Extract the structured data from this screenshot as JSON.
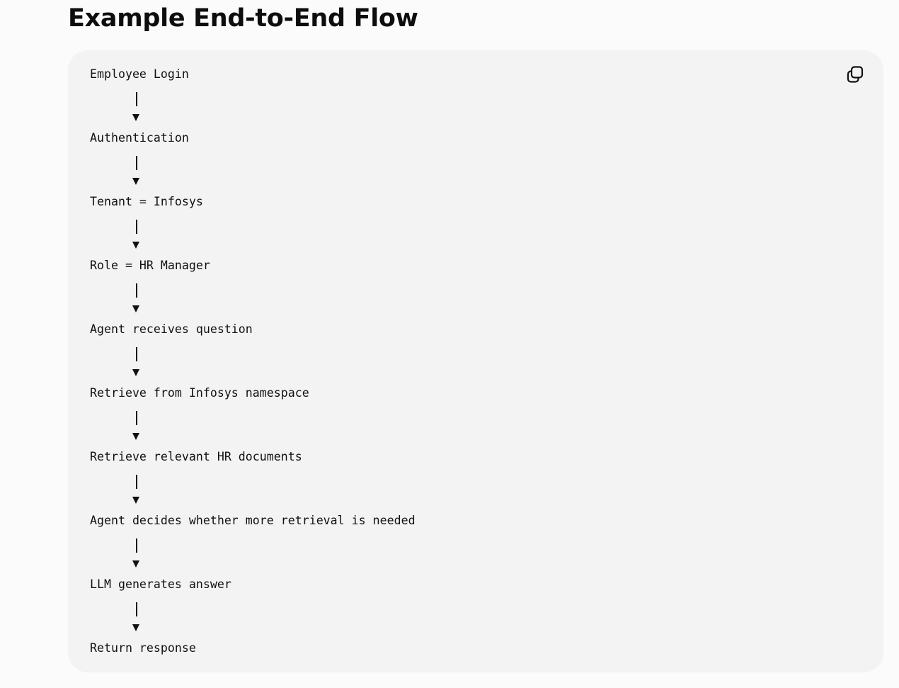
{
  "heading": "Example End-to-End Flow",
  "copy_icon": "copy-icon",
  "flow": {
    "steps": [
      "Employee Login",
      "Authentication",
      "Tenant = Infosys",
      "Role = HR Manager",
      "Agent receives question",
      "Retrieve from Infosys namespace",
      "Retrieve relevant HR documents",
      "Agent decides whether more retrieval is needed",
      "LLM generates answer",
      "Return response"
    ],
    "connector_glyphs": {
      "line": "│",
      "arrow": "▼"
    }
  }
}
